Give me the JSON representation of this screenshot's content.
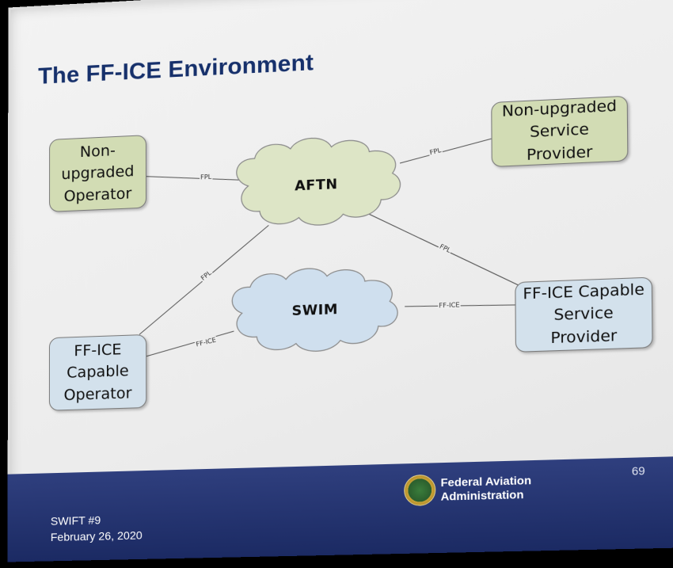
{
  "slide": {
    "title": "The FF-ICE Environment",
    "page_number": "69",
    "footer_line1": "SWIFT #9",
    "footer_line2": "February 26, 2020",
    "agency_line1": "Federal Aviation",
    "agency_line2": "Administration"
  },
  "diagram": {
    "nodes": {
      "non_upgraded_operator": "Non-\nupgraded\nOperator",
      "non_upgraded_provider": "Non-upgraded\nService\nProvider",
      "ffice_operator": "FF-ICE\nCapable\nOperator",
      "ffice_provider": "FF-ICE Capable\nService\nProvider",
      "aftn": "AFTN",
      "swim": "SWIM"
    },
    "edge_labels": {
      "op_aftn": "FPL",
      "aftn_provider": "FPL",
      "ffop_aftn": "FPL",
      "aftn_ffprov": "FPL",
      "ffop_swim": "FF-ICE",
      "swim_ffprov": "FF-ICE"
    }
  },
  "colors": {
    "title": "#16306b",
    "legacy_box": "#d2dcb4",
    "ffice_box": "#d3e1ec",
    "aftn_cloud": "#dde5c6",
    "swim_cloud": "#cfdfee",
    "footer": "#1b2a63"
  }
}
